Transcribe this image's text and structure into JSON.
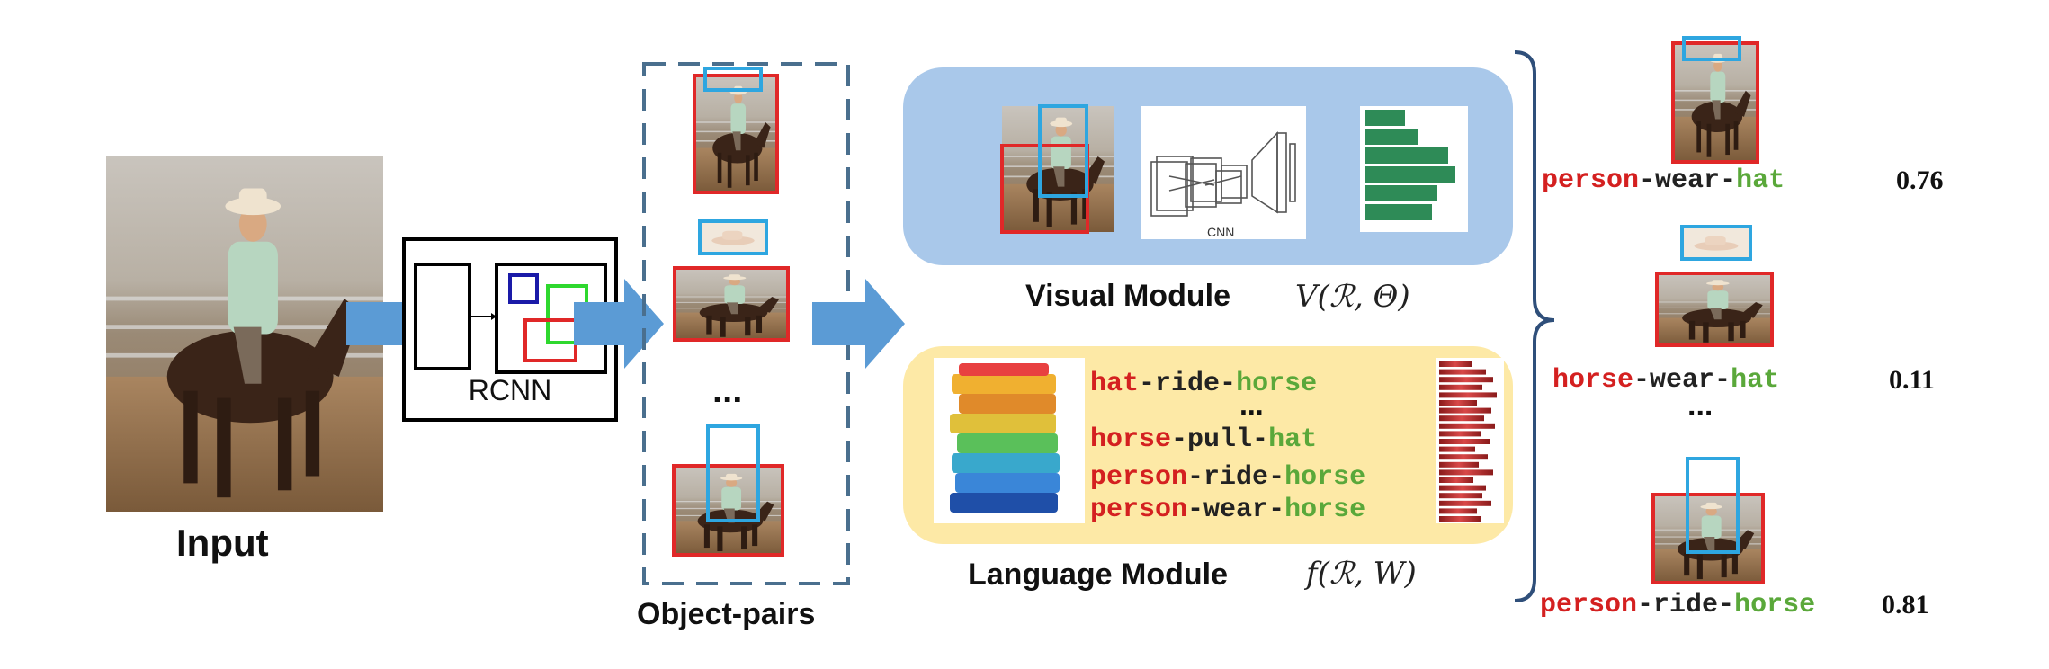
{
  "input_label": "Input",
  "rcnn_label": "RCNN",
  "object_pairs_label": "Object-pairs",
  "ellipsis": "...",
  "cnn_label": "CNN",
  "visual_module": {
    "title": "Visual Module",
    "formula": "V(ℛ, Θ)"
  },
  "language_module": {
    "title": "Language Module",
    "formula": "f(ℛ, W)",
    "phrases": [
      {
        "subject": "hat",
        "predicate": "ride",
        "object": "horse"
      },
      {
        "subject": "horse",
        "predicate": "pull",
        "object": "hat"
      },
      {
        "subject": "person",
        "predicate": "ride",
        "object": "horse"
      },
      {
        "subject": "person",
        "predicate": "wear",
        "object": "horse"
      }
    ]
  },
  "results": [
    {
      "subject": "person",
      "predicate": "wear",
      "object": "hat",
      "score": "0.76"
    },
    {
      "subject": "horse",
      "predicate": "wear",
      "object": "hat",
      "score": "0.11"
    },
    {
      "subject": "person",
      "predicate": "ride",
      "object": "horse",
      "score": "0.81"
    }
  ],
  "colors": {
    "subject": "#d42020",
    "object": "#5aa83a",
    "predicate": "#222222",
    "box_red": "#e02828",
    "box_blue": "#2ea6e0",
    "arrow": "#5b9bd5",
    "visual_bg": "#a9c8ea",
    "language_bg": "#fde9a6"
  }
}
